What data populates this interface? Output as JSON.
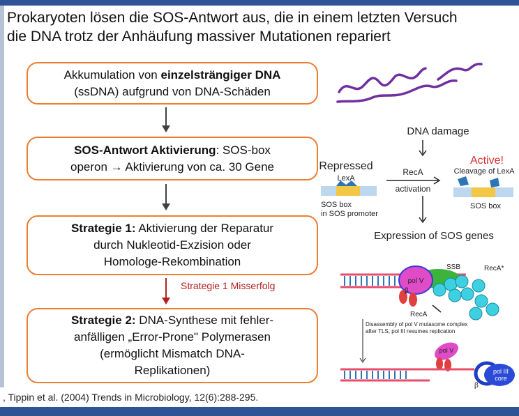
{
  "title": {
    "line1": "Prokaryoten lösen die SOS-Antwort aus, die in einem letzten Versuch",
    "line2": "die DNA trotz der Anhäufung massiver Mutationen repariert"
  },
  "flow": {
    "box1": {
      "pre": "Akkumulation von ",
      "bold": "einzelsträngiger DNA",
      "line2": "(ssDNA) aufgrund von DNA-Schäden"
    },
    "box2": {
      "bold": "SOS-Antwort Aktivierung",
      "rest": ": SOS-box",
      "line2": "operon → Aktivierung von ca. 30 Gene"
    },
    "box3": {
      "bold": "Strategie 1:",
      "rest": " Aktivierung der Reparatur",
      "line2": "durch Nukleotid-Exzision oder",
      "line3": "Homologe-Rekombination"
    },
    "fail_label": "Strategie 1 Misserfolg",
    "box4": {
      "bold": "Strategie 2:",
      "rest": " DNA-Synthese mit fehler-",
      "line2": "anfälligen „Error-Prone\" Polymerasen",
      "line3": "(ermöglicht Mismatch DNA-",
      "line4": "Replikationen)"
    }
  },
  "figure_top": {
    "dna_damage": "DNA damage",
    "repressed": "Repressed",
    "lexa": "LexA",
    "active": "Active!",
    "cleavage": "Cleavage of LexA",
    "reca": "RecA",
    "activation": "activation",
    "sos_box_left": "SOS box",
    "in_sos_promoter": "in SOS promoter",
    "sos_box_right": "SOS box",
    "expression": "Expression of SOS genes"
  },
  "figure_bottom": {
    "ssb": "SSB",
    "reca_plus": "RecA*",
    "pol_v": "pol V",
    "beta": "β",
    "reca": "RecA",
    "disassembly_line1": "Disassembly of pol V mutasome complex",
    "disassembly_line2": "after TLS, pol III resumes replication",
    "pol_v2": "pol V",
    "pol_iii_line1": "pol III",
    "pol_iii_line2": "core",
    "beta2": "β"
  },
  "citation": ", Tippin et al. (2004) Trends in Microbiology, 12(6):288-295.",
  "colors": {
    "accent_bar": "#2f5496",
    "box_border": "#ed7d31",
    "fail_red": "#b32020",
    "active_red": "#d93030",
    "ssdna": "#7030a0"
  }
}
